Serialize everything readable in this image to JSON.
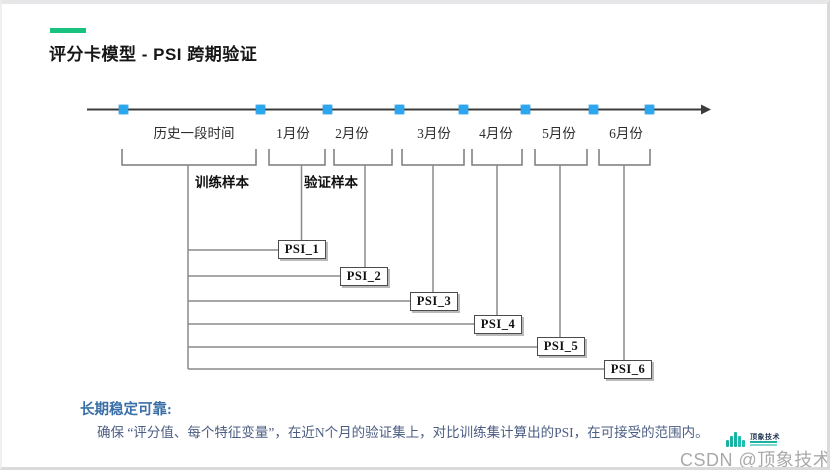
{
  "slide": {
    "title": "评分卡模型 - PSI 跨期验证",
    "accent_color": "#19c37f"
  },
  "timeline": {
    "marker_color": "#2ba7ef",
    "axis_color": "#3c3c3c",
    "periods": [
      {
        "label": "历史一段时间"
      },
      {
        "label": "1月份"
      },
      {
        "label": "2月份"
      },
      {
        "label": "3月份"
      },
      {
        "label": "4月份"
      },
      {
        "label": "5月份"
      },
      {
        "label": "6月份"
      }
    ]
  },
  "samples": {
    "train_label": "训练样本",
    "validation_label": "验证样本"
  },
  "psi": {
    "boxes": [
      {
        "label": "PSI_1"
      },
      {
        "label": "PSI_2"
      },
      {
        "label": "PSI_3"
      },
      {
        "label": "PSI_4"
      },
      {
        "label": "PSI_5"
      },
      {
        "label": "PSI_6"
      }
    ]
  },
  "footer": {
    "heading": "长期稳定可靠:",
    "body": "确保 “评分值、每个特征变量”，在近N个月的验证集上，对比训练集计算出的PSI，在可接受的范围内。"
  },
  "watermark": {
    "text": "CSDN @顶象技术",
    "logo_text": "顶象技术",
    "logo_color": "#18b2a3"
  }
}
